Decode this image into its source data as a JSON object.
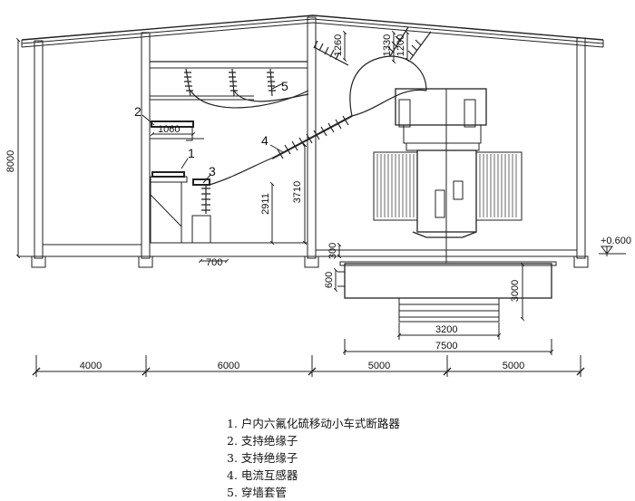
{
  "callouts": [
    "1",
    "2",
    "3",
    "4",
    "5"
  ],
  "dims": {
    "height_total": "8000",
    "d1060": "1060",
    "d2911": "2911",
    "d3710": "3710",
    "d1260": "1260",
    "d1330": "1330",
    "d1200": "1200",
    "d700": "700",
    "d300": "300",
    "d600": "600",
    "d3000": "3000",
    "d3200": "3200",
    "d7500": "7500",
    "elev": "+0.600"
  },
  "bays": [
    "4000",
    "6000",
    "5000",
    "5000"
  ],
  "legend": [
    "1. 户内六氟化硫移动小车式断路器",
    "2. 支持绝缘子",
    "3. 支持绝缘子",
    "4. 电流互感器",
    "5. 穿墙套管"
  ]
}
